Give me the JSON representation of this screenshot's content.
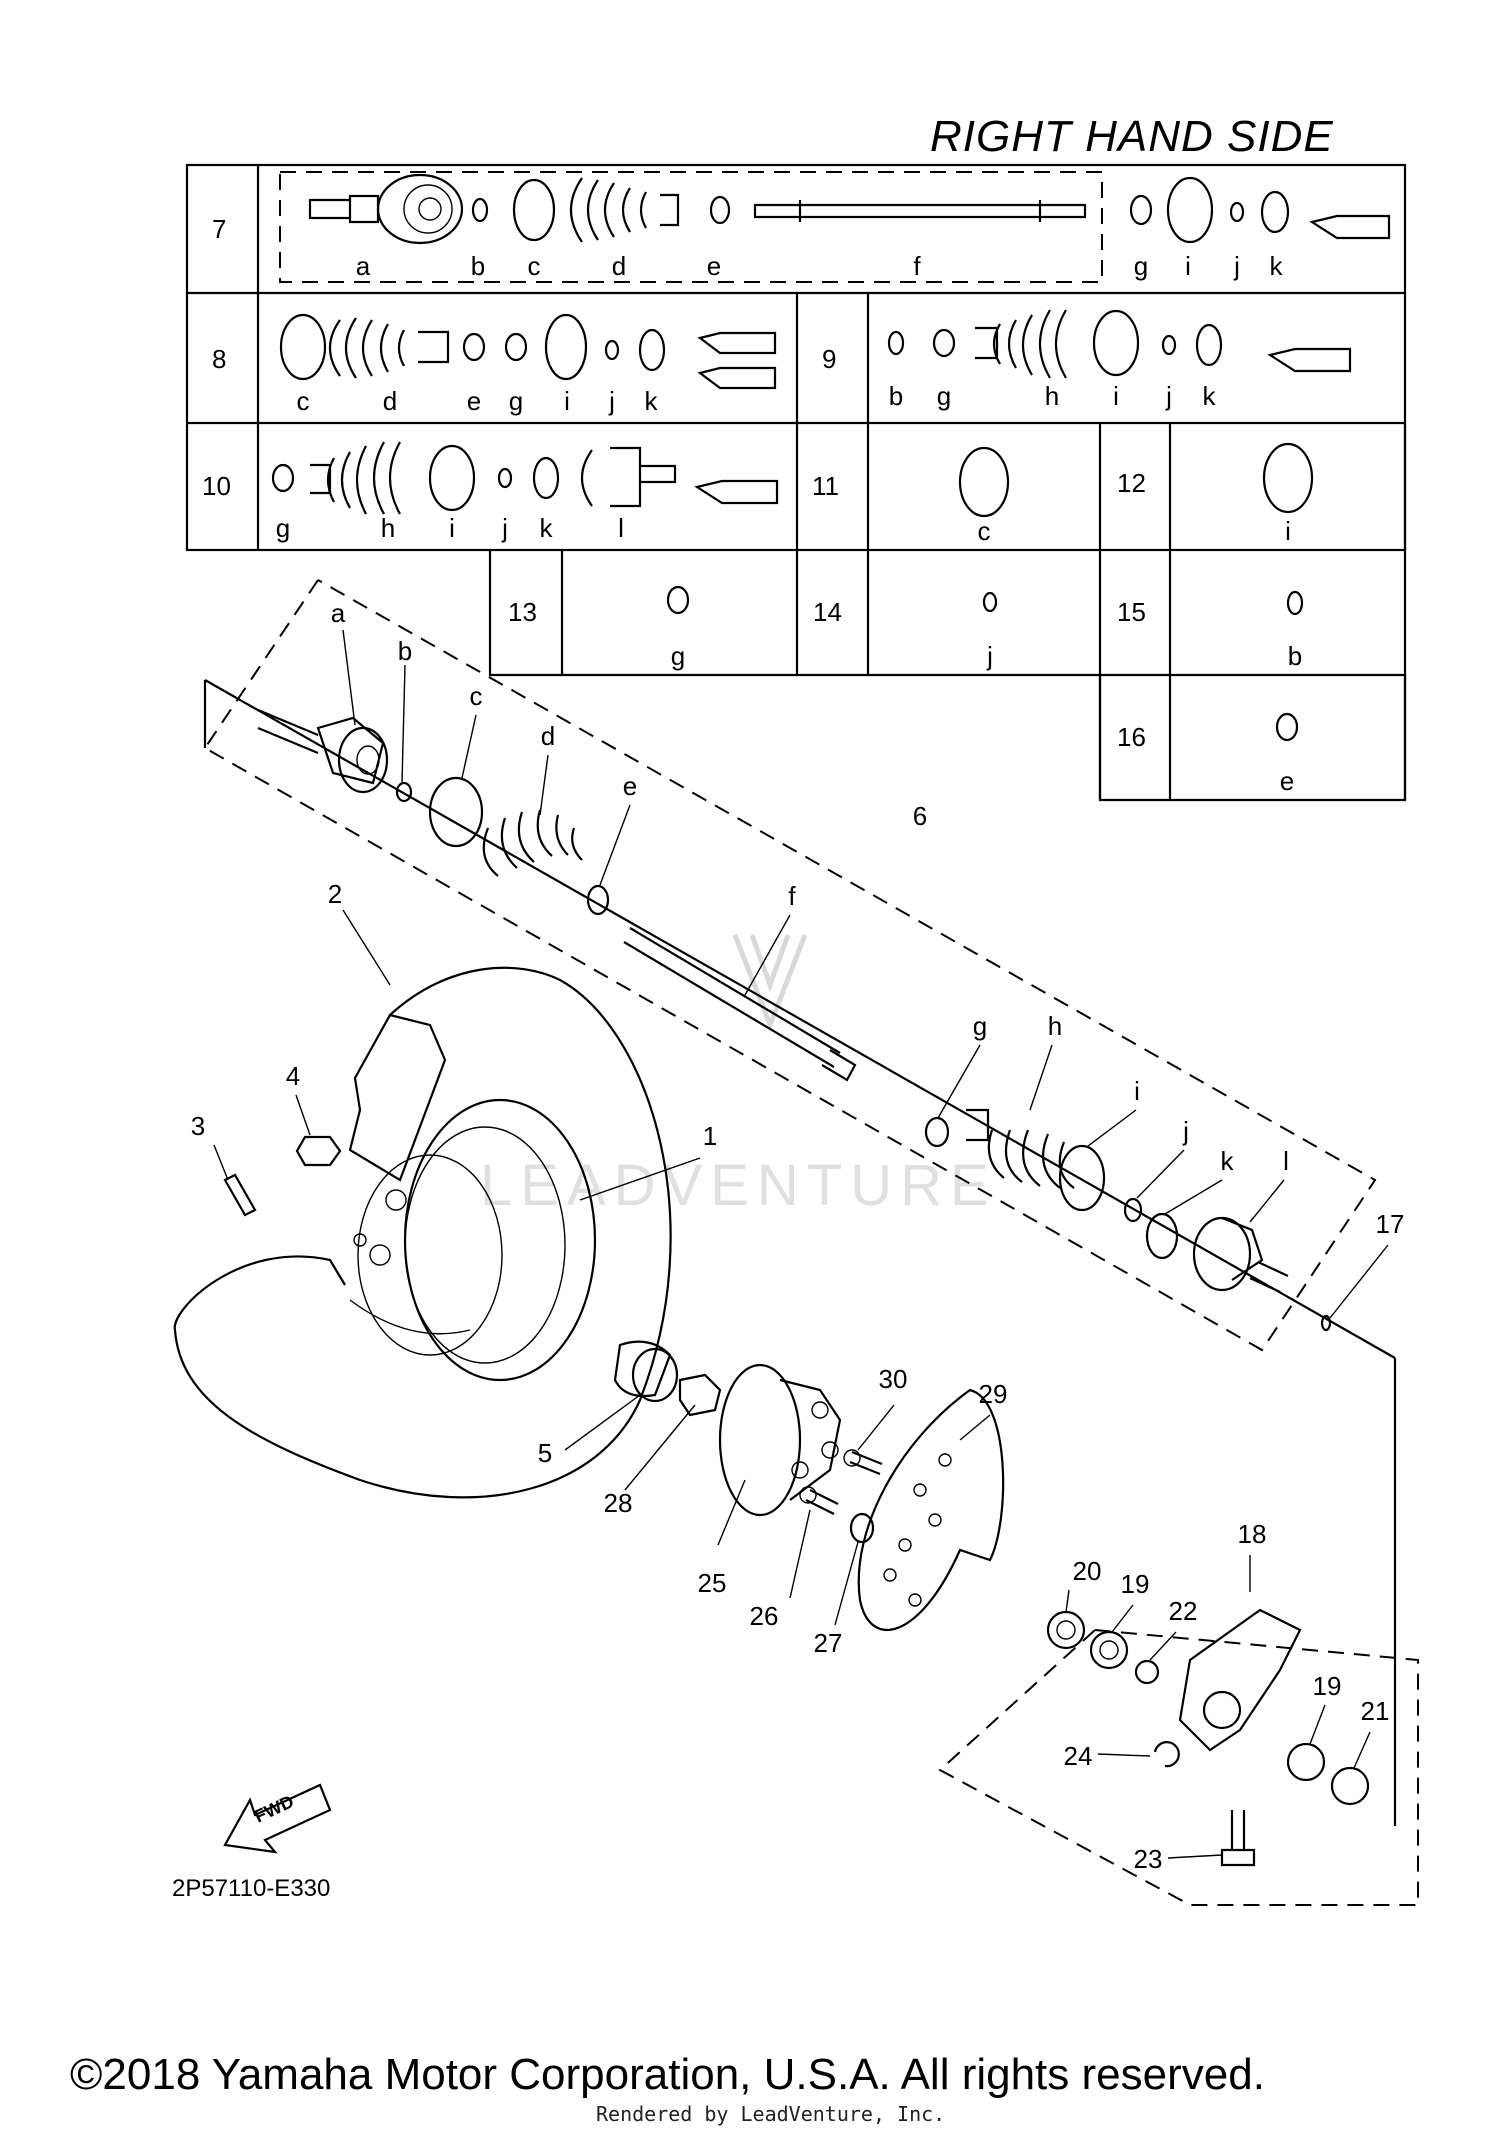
{
  "header": {
    "title": "RIGHT HAND SIDE"
  },
  "table": {
    "rows": [
      {
        "num": "7",
        "letters": [
          "a",
          "b",
          "c",
          "d",
          "e",
          "f",
          "g",
          "i",
          "j",
          "k"
        ]
      },
      {
        "num": "8",
        "letters": [
          "c",
          "d",
          "e",
          "g",
          "i",
          "j",
          "k"
        ]
      },
      {
        "num": "9",
        "letters": [
          "b",
          "g",
          "h",
          "i",
          "j",
          "k"
        ]
      },
      {
        "num": "10",
        "letters": [
          "g",
          "h",
          "i",
          "j",
          "k",
          "l"
        ]
      },
      {
        "num": "11",
        "letters": [
          "c"
        ]
      },
      {
        "num": "12",
        "letters": [
          "i"
        ]
      },
      {
        "num": "13",
        "letters": [
          "g"
        ]
      },
      {
        "num": "14",
        "letters": [
          "j"
        ]
      },
      {
        "num": "15",
        "letters": [
          "b"
        ]
      },
      {
        "num": "16",
        "letters": [
          "e"
        ]
      }
    ]
  },
  "callouts": {
    "shaft_letters": [
      "a",
      "b",
      "c",
      "d",
      "e",
      "f",
      "g",
      "h",
      "i",
      "j",
      "k",
      "l"
    ],
    "numbers": [
      "1",
      "2",
      "3",
      "4",
      "5",
      "6",
      "17",
      "18",
      "19",
      "19",
      "20",
      "21",
      "22",
      "23",
      "24",
      "25",
      "26",
      "27",
      "28",
      "29",
      "30"
    ]
  },
  "fwd_label": "FWD",
  "watermark": "LEADVENTURE",
  "footer": {
    "part_number": "2P57110-E330",
    "copyright": "©2018 Yamaha Motor Corporation, U.S.A. All rights reserved.",
    "rendered_by": "Rendered by LeadVenture, Inc."
  }
}
